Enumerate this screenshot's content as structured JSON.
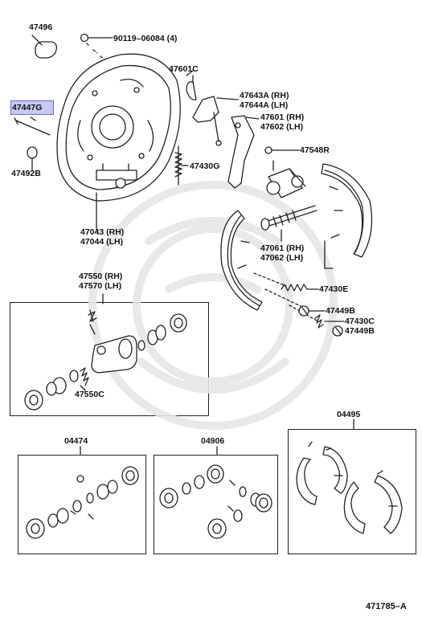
{
  "labels": {
    "p47496": "47496",
    "p90119": "90119–06084 (4)",
    "p47601c": "47601C",
    "p47643a": "47643A (RH)",
    "p47644a": "47644A (LH)",
    "p47601": "47601 (RH)",
    "p47602": "47602 (LH)",
    "p47447g": "47447G",
    "p47492b": "47492B",
    "p47430g": "47430G",
    "p47548r": "47548R",
    "p47043": "47043 (RH)",
    "p47044": "47044 (LH)",
    "p47061": "47061 (RH)",
    "p47062": "47062 (LH)",
    "p47550": "47550 (RH)",
    "p47570": "47570 (LH)",
    "p47430e": "47430E",
    "p47449b_1": "47449B",
    "p47430c": "47430C",
    "p47449b_2": "47449B",
    "p47550c": "47550C",
    "p04495": "04495",
    "p04474": "04474",
    "p04906": "04906",
    "p471785": "471785–A"
  },
  "highlight": {
    "part": "47447G",
    "color": "#c9c9f2"
  }
}
